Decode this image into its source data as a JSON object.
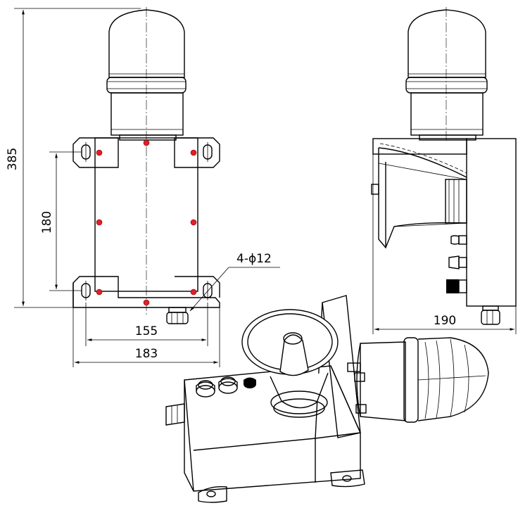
{
  "dimensions": {
    "height_overall": "385",
    "bracket_spacing": "180",
    "hole_spacing": "155",
    "base_width": "183",
    "depth": "190",
    "holes": "4-ϕ12"
  },
  "colors": {
    "line": "#000000",
    "marker": "#e0202a",
    "background": "#ffffff"
  }
}
